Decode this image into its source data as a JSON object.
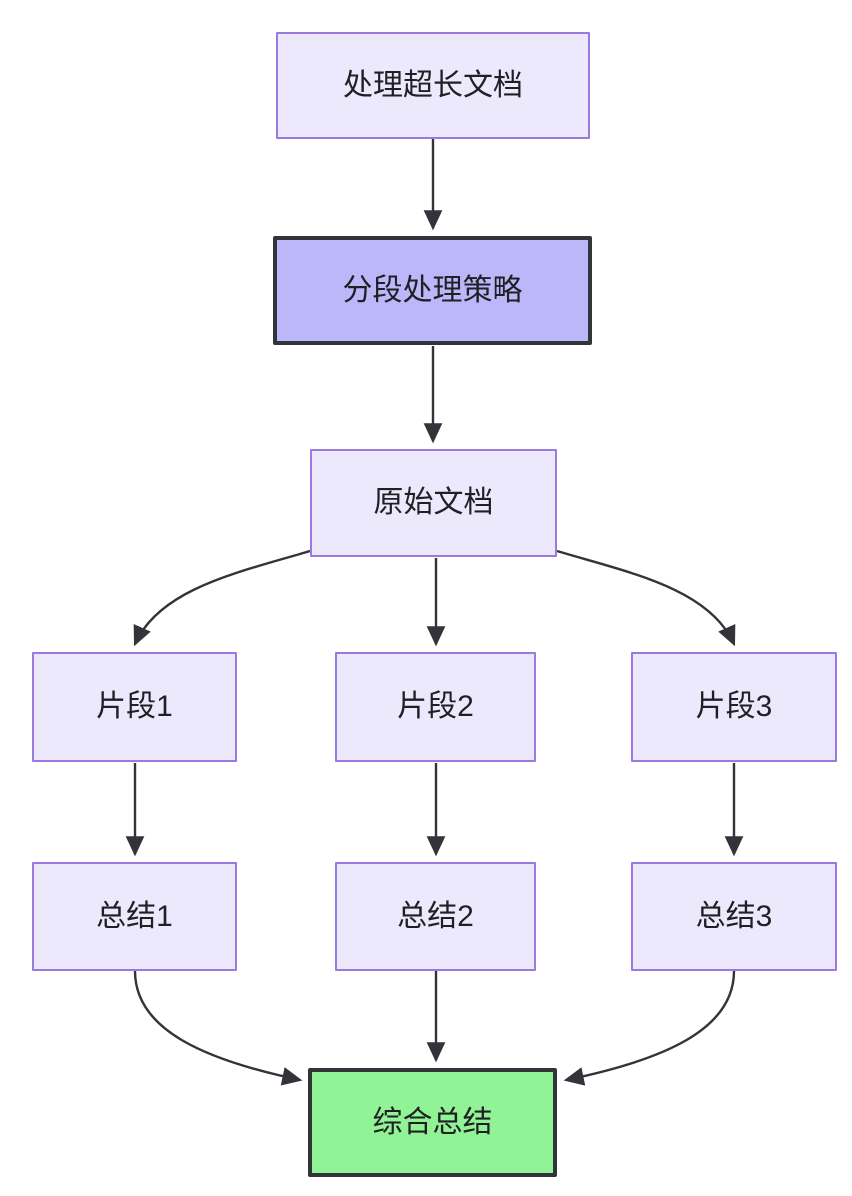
{
  "diagram": {
    "type": "flowchart",
    "direction": "top-to-bottom",
    "background_color": "#ffffff",
    "nodes": {
      "doc": {
        "label": "处理超长文档",
        "fill": "#ece9fc",
        "stroke": "#9a7ae0"
      },
      "strategy": {
        "label": "分段处理策略",
        "fill": "#bcb7f8",
        "stroke": "#33333a"
      },
      "source": {
        "label": "原始文档",
        "fill": "#ece9fc",
        "stroke": "#9a7ae0"
      },
      "fragment_1": {
        "label": "片段1",
        "fill": "#ece9fc",
        "stroke": "#9a7ae0"
      },
      "fragment_2": {
        "label": "片段2",
        "fill": "#ece9fc",
        "stroke": "#9a7ae0"
      },
      "fragment_3": {
        "label": "片段3",
        "fill": "#ece9fc",
        "stroke": "#9a7ae0"
      },
      "summary_1": {
        "label": "总结1",
        "fill": "#ece9fc",
        "stroke": "#9a7ae0"
      },
      "summary_2": {
        "label": "总结2",
        "fill": "#ece9fc",
        "stroke": "#9a7ae0"
      },
      "summary_3": {
        "label": "总结3",
        "fill": "#ece9fc",
        "stroke": "#9a7ae0"
      },
      "final": {
        "label": "综合总结",
        "fill": "#90f396",
        "stroke": "#33333a"
      }
    },
    "edges": [
      {
        "from": "doc",
        "to": "strategy",
        "shape": "straight",
        "label": ""
      },
      {
        "from": "strategy",
        "to": "source",
        "shape": "straight",
        "label": ""
      },
      {
        "from": "source",
        "to": "fragment_1",
        "shape": "curve",
        "label": ""
      },
      {
        "from": "source",
        "to": "fragment_2",
        "shape": "straight",
        "label": ""
      },
      {
        "from": "source",
        "to": "fragment_3",
        "shape": "curve",
        "label": ""
      },
      {
        "from": "fragment_1",
        "to": "summary_1",
        "shape": "straight",
        "label": ""
      },
      {
        "from": "fragment_2",
        "to": "summary_2",
        "shape": "straight",
        "label": ""
      },
      {
        "from": "fragment_3",
        "to": "summary_3",
        "shape": "straight",
        "label": ""
      },
      {
        "from": "summary_1",
        "to": "final",
        "shape": "curve",
        "label": ""
      },
      {
        "from": "summary_2",
        "to": "final",
        "shape": "straight",
        "label": ""
      },
      {
        "from": "summary_3",
        "to": "final",
        "shape": "curve",
        "label": ""
      }
    ],
    "edge_color": "#33333a"
  }
}
